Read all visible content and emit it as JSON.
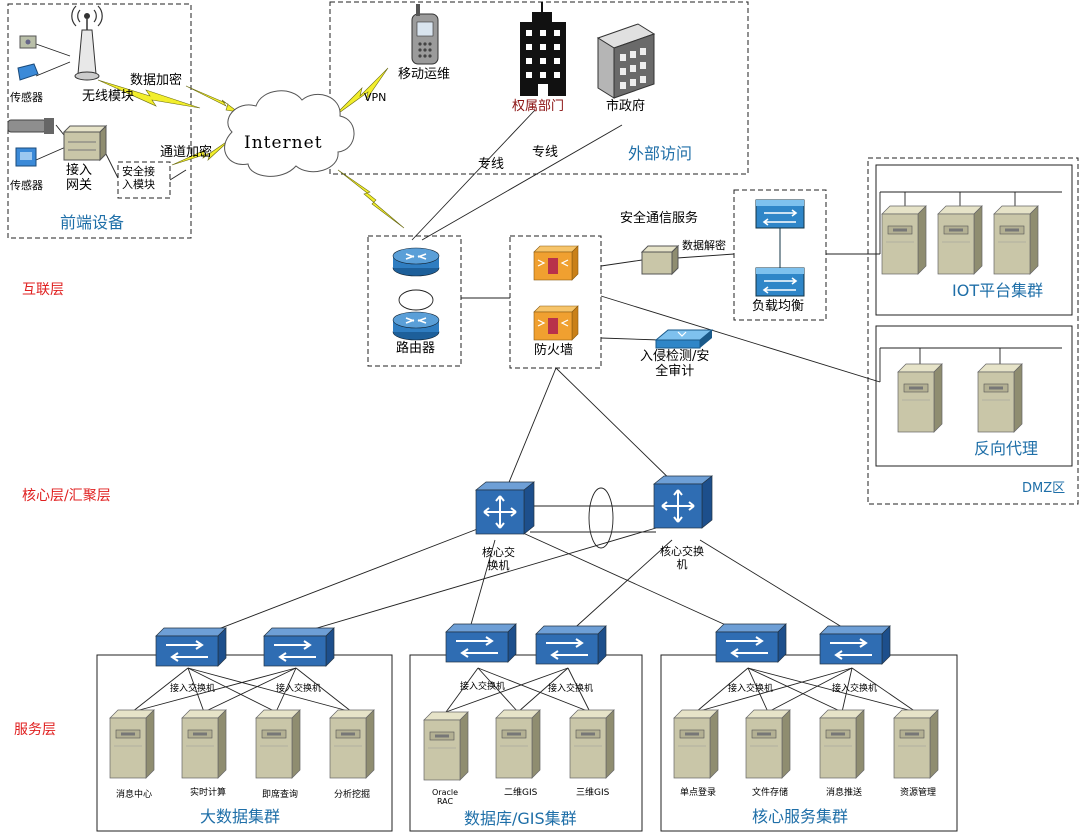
{
  "layers": {
    "interconnect": "互联层",
    "core": "核心层/汇聚层",
    "service": "服务层"
  },
  "front_end": {
    "title": "前端设备",
    "wireless_module": "无线模块",
    "sensor_1": "传感器",
    "sensor_2": "传感器",
    "access_gateway": "接入\n网关",
    "secure_access_module": "安全接\n入模块",
    "data_encryption": "数据加密",
    "channel_encryption": "通道加密"
  },
  "internet": "Internet",
  "external": {
    "title": "外部访问",
    "mobile_ops": "移动运维",
    "vpn": "VPN",
    "authority_dept": "权属部门",
    "city_gov": "市政府",
    "dedicated_line_1": "专线",
    "dedicated_line_2": "专线"
  },
  "edge": {
    "router": "路由器",
    "firewall": "防火墙",
    "secure_comm_service": "安全通信服务",
    "data_decrypt": "数据解密",
    "load_balance": "负载均衡",
    "ids_audit": "入侵检测/安\n全审计"
  },
  "dmz": {
    "title": "DMZ区",
    "iot_cluster": "IOT平台集群",
    "reverse_proxy": "反向代理"
  },
  "core": {
    "switch_1": "核心交\n换机",
    "switch_2": "核心交换\n机"
  },
  "clusters": {
    "bigdata": {
      "title": "大数据集群",
      "switch_label": "接入交换机",
      "servers": [
        "消息中心",
        "实时计算",
        "即席查询",
        "分析挖掘"
      ]
    },
    "database": {
      "title": "数据库/GIS集群",
      "switch_label": "接入交换机",
      "servers": [
        "Oracle\nRAC",
        "二维GIS",
        "三维GIS"
      ]
    },
    "coreservice": {
      "title": "核心服务集群",
      "switch_label": "接入交换机",
      "servers": [
        "单点登录",
        "文件存储",
        "消息推送",
        "资源管理"
      ]
    }
  },
  "colors": {
    "blue_title": "#1f6fa8",
    "layer_red": "#e02020",
    "server_body": "#c9c6a8",
    "switch_blue": "#2f6db3",
    "firewall_orange": "#f0a030",
    "lightning_yellow": "#f2ee2c"
  }
}
